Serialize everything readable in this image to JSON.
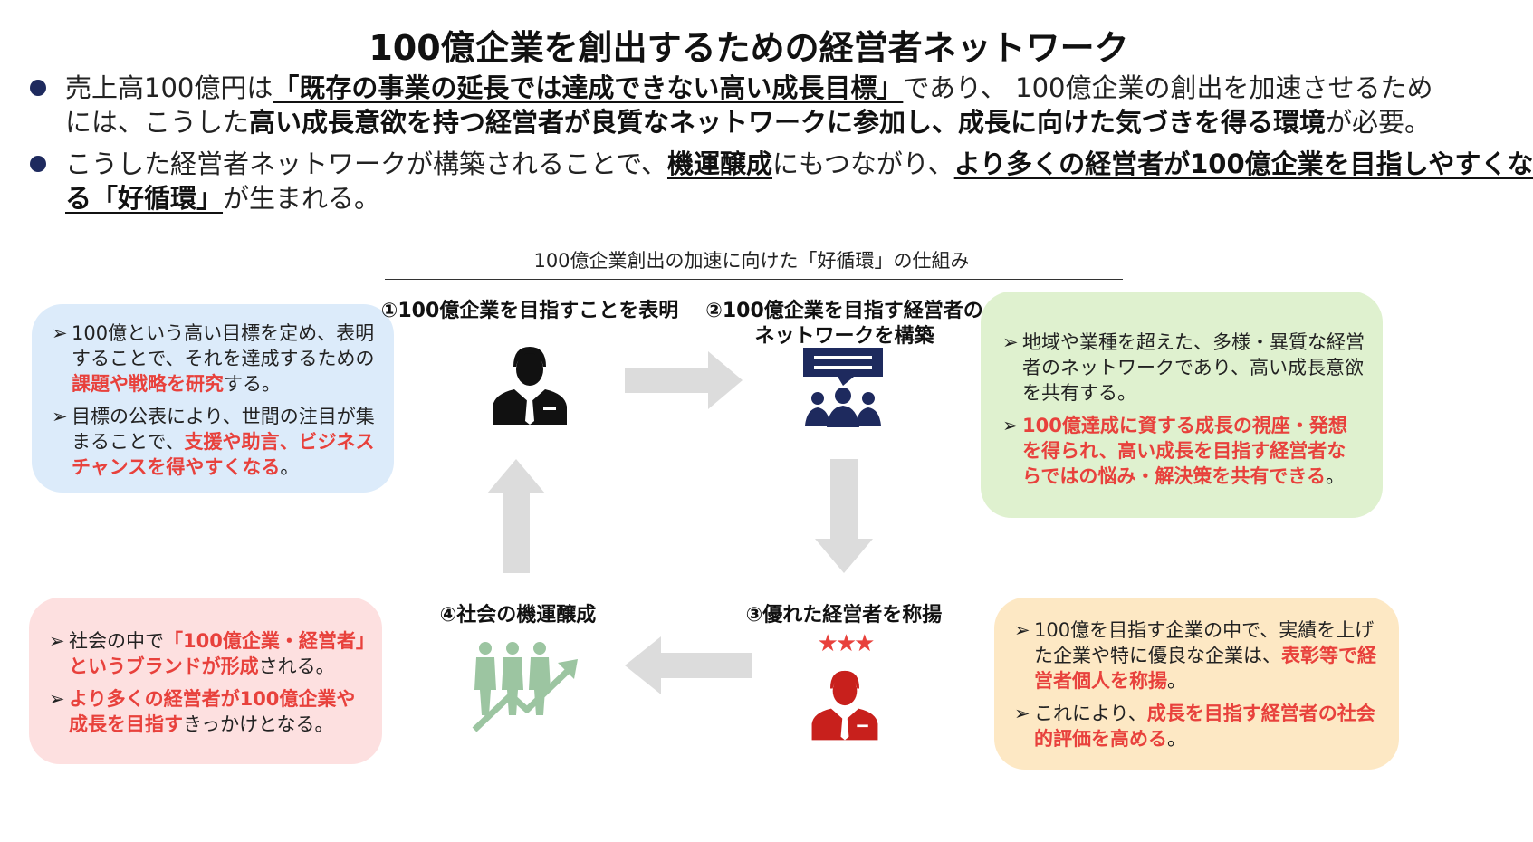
{
  "title": "100億企業を創出するための経営者ネットワーク",
  "bullets": [
    {
      "line1": {
        "pre": "売上高100億円は",
        "ul": "「既存の事業の延長では達成できない高い成長目標」",
        "post": "であり、 100億企業の創出を加速させるため"
      },
      "line2": {
        "pre": "には、こうした",
        "bold": "高い成長意欲を持つ経営者が良質なネットワークに参加し、成長に向けた気づきを得る環境",
        "post": "が必要。"
      }
    },
    {
      "line1": {
        "pre": "こうした経営者ネットワークが構築されることで、",
        "ul1": "機運醸成",
        "mid": "にもつながり、",
        "ul2": "より多くの経営者が100億企業を目指しやすくな"
      },
      "line2": {
        "ul": "る「好循環」",
        "post": "が生まれる。"
      }
    }
  ],
  "diagram_title": "100億企業創出の加速に向けた「好循環」の仕組み",
  "steps": {
    "s1": "①100億企業を目指すことを表明",
    "s2_line1": "②100億企業を目指す経営者の",
    "s2_line2": "ネットワークを構築",
    "s3": "③優れた経営者を称揚",
    "s4": "④社会の機運醸成"
  },
  "box_blue": {
    "item1": {
      "pre": "100億という高い目標を定め、表明することで、それを達成するための",
      "red": "課題や戦略を研究",
      "post": "する。"
    },
    "item2": {
      "pre": "目標の公表により、世間の注目が集まることで、",
      "red": "支援や助言、ビジネスチャンスを得やすくなる",
      "post": "。"
    }
  },
  "box_green": {
    "item1": {
      "text": "地域や業種を超えた、多様・異質な経営者のネットワークであり、高い成長意欲を共有する。"
    },
    "item2": {
      "red": "100億達成に資する成長の視座・発想を得られ、高い成長を目指す経営者ならではの悩み・解決策を共有できる",
      "post": "。"
    }
  },
  "box_orange": {
    "item1": {
      "pre": "100億を目指す企業の中で、実績を上げた企業や特に優良な企業は、",
      "red": "表彰等で経営者個人を称揚",
      "post": "。"
    },
    "item2": {
      "pre": "これにより、",
      "red": "成長を目指す経営者の社会的評価を高める",
      "post": "。"
    }
  },
  "box_pink": {
    "item1": {
      "pre": "社会の中で",
      "red": "「100億企業・経営者」というブランドが形成",
      "post": "される。"
    },
    "item2": {
      "red": "より多くの経営者が100億企業や成長を目指す",
      "post": "きっかけとなる。"
    }
  },
  "stars": "★★★",
  "colors": {
    "navy": "#1e2a5e",
    "red": "#e8413c",
    "blue_box": "#dcebfa",
    "green_box": "#dff1cf",
    "orange_box": "#fde8c4",
    "pink_box": "#fde0e0",
    "arrow_gray": "#dcdcdc",
    "network_green": "#9cc5a1"
  },
  "arrow_glyph": "➢"
}
